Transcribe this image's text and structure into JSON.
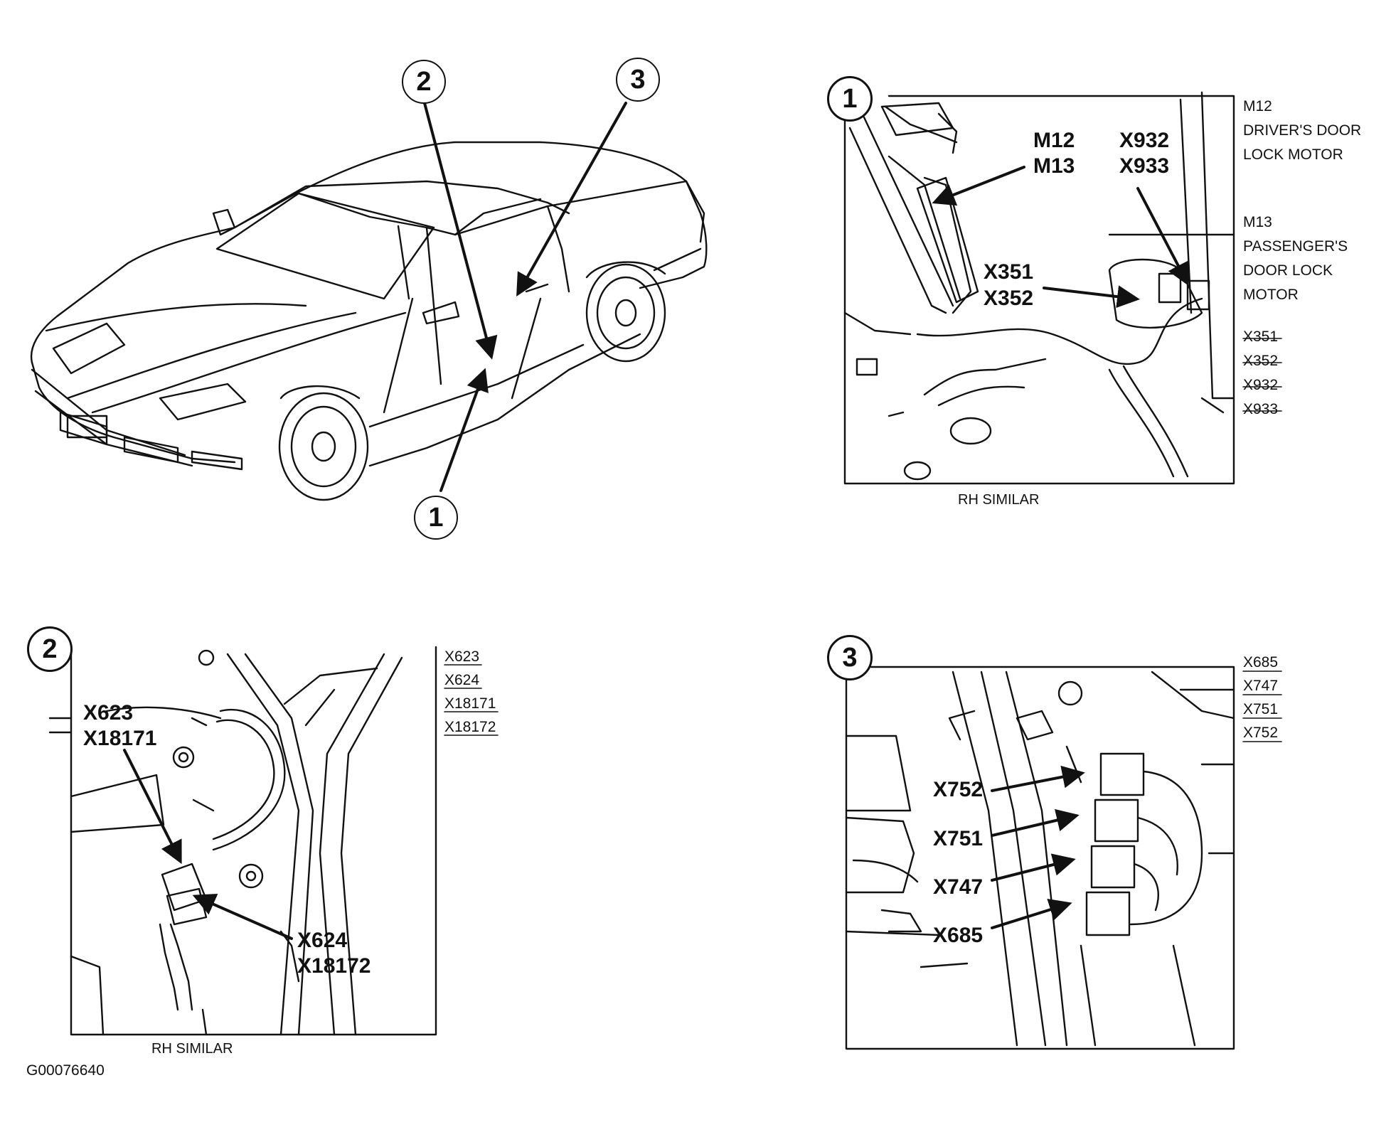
{
  "callouts": {
    "overview": [
      "2",
      "3",
      "1"
    ],
    "panel1": "1",
    "panel2": "2",
    "panel3": "3"
  },
  "panel1": {
    "labels": {
      "m12": "M12",
      "m13": "M13",
      "x932": "X932",
      "x933": "X933",
      "x351": "X351",
      "x352": "X352"
    },
    "legend": {
      "m12_code": "M12",
      "m12_desc1": "DRIVER'S DOOR",
      "m12_desc2": "LOCK MOTOR",
      "m13_code": "M13",
      "m13_desc1": "PASSENGER'S",
      "m13_desc2": "DOOR LOCK",
      "m13_desc3": "MOTOR",
      "connectors": [
        "X351",
        "X352",
        "X932",
        "X933"
      ]
    },
    "caption": "RH SIMILAR"
  },
  "panel2": {
    "labels": {
      "x623": "X623",
      "x18171": "X18171",
      "x624": "X624",
      "x18172": "X18172"
    },
    "legend": [
      "X623",
      "X624",
      "X18171",
      "X18172"
    ],
    "caption": "RH SIMILAR"
  },
  "panel3": {
    "labels": {
      "x752": "X752",
      "x751": "X751",
      "x747": "X747",
      "x685": "X685"
    },
    "legend": [
      "X685",
      "X747",
      "X751",
      "X752"
    ]
  },
  "figure_id": "G00076640"
}
